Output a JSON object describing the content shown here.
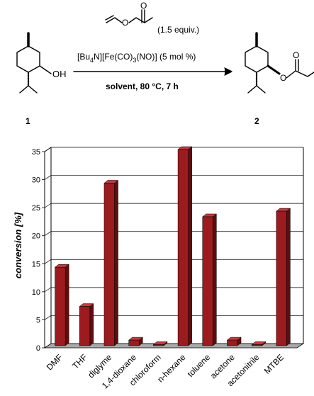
{
  "scheme": {
    "reagent_equiv": "(1.5 equiv.)",
    "catalyst_main": "[Bu",
    "catalyst_sub1": "4",
    "catalyst_mid": "N][Fe(CO)",
    "catalyst_sub2": "3",
    "catalyst_end": "(NO)] (5 mol %)",
    "conditions": "solvent, 80 °C, 7 h",
    "reactant_oh": "OH",
    "reactant_number": "1",
    "product_number": "2",
    "ester_o": "O",
    "carbonyl_o": "O"
  },
  "chart_data": {
    "type": "bar",
    "ylabel": "conversion [%]",
    "ylim": [
      0,
      35
    ],
    "yticks": [
      0,
      5,
      10,
      15,
      20,
      25,
      30,
      35
    ],
    "categories": [
      "DMF",
      "THF",
      "diglyme",
      "1,4-dioxane",
      "chloroform",
      "n-hexane",
      "toluene",
      "acetone",
      "acetonitrile",
      "MTBE"
    ],
    "values": [
      14,
      7,
      29,
      1,
      0.2,
      35,
      23,
      1,
      0.2,
      24
    ],
    "grid": true,
    "colors": {
      "bar_front": "#9b1b1e",
      "bar_side": "#5e0d10",
      "bar_top": "#c43a3c",
      "floor": "#a9a9a9"
    }
  }
}
